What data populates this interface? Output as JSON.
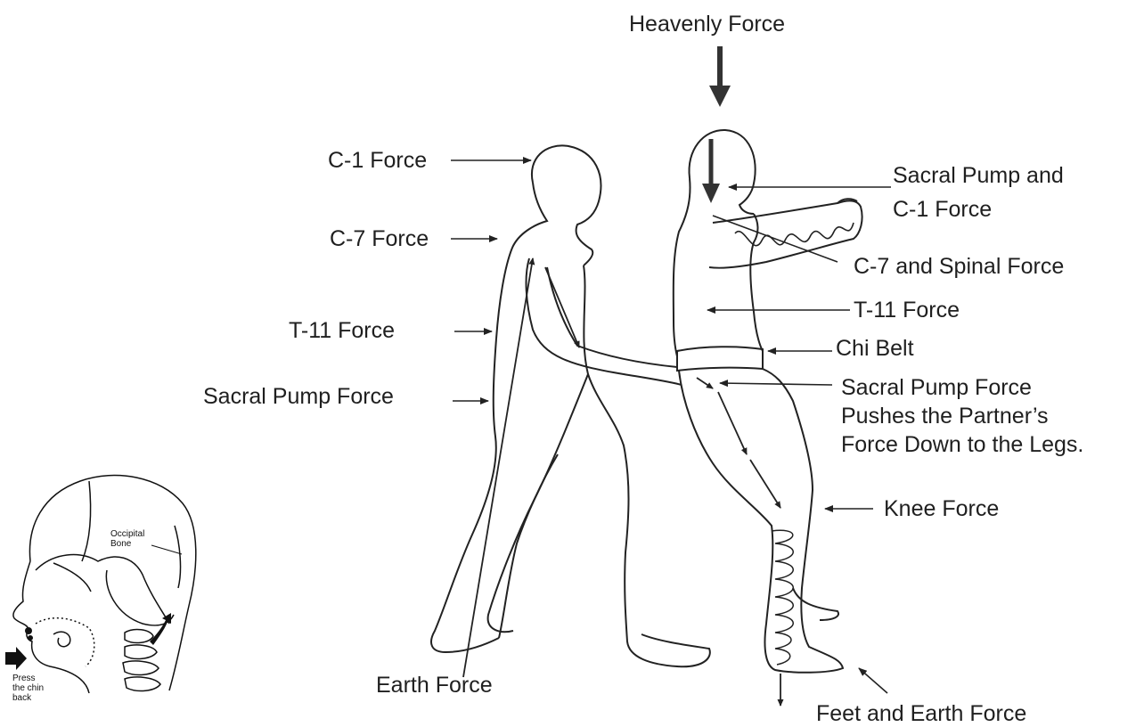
{
  "labels": {
    "heavenly_force": "Heavenly Force",
    "c1_force": "C-1 Force",
    "c7_force": "C-7 Force",
    "t11_force_left": "T-11 Force",
    "sacral_pump_force_left": "Sacral Pump Force",
    "earth_force": "Earth Force",
    "sacral_pump_c1_line1": "Sacral Pump  and",
    "sacral_pump_c1_line2": "C-1 Force",
    "c7_spinal_force": "C-7 and Spinal Force",
    "t11_force_right": "T-11 Force",
    "chi_belt": "Chi Belt",
    "sacral_pump_right_line1": "Sacral Pump Force",
    "sacral_pump_right_line2": "Pushes the Partner’s",
    "sacral_pump_right_line3": "Force Down to the Legs.",
    "knee_force": "Knee Force",
    "feet_earth_force": "Feet and Earth Force"
  },
  "inset": {
    "occipital_line1": "Occipital",
    "occipital_line2": "Bone",
    "press_line1": "Press",
    "press_line2": "the chin",
    "press_line3": "back"
  },
  "colors": {
    "ink": "#1f1f1f",
    "arrow": "#333333"
  }
}
